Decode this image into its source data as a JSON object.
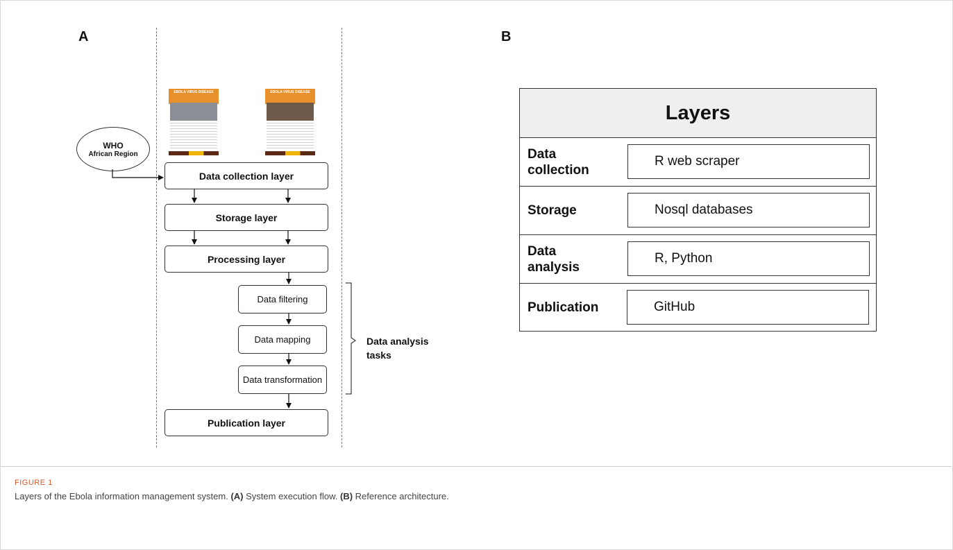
{
  "panels": {
    "a": "A",
    "b": "B"
  },
  "source_node": {
    "line1": "WHO",
    "line2": "African Region"
  },
  "report_thumbnails": [
    {
      "title": "EBOLA VIRUS DISEASE",
      "photo_color": "#8b8f95"
    },
    {
      "title": "EBOLA VIRUS DISEASE",
      "photo_color": "#6d5a4a"
    }
  ],
  "flow": {
    "layers": [
      "Data collection layer",
      "Storage layer",
      "Processing layer",
      "Publication layer"
    ],
    "tasks": [
      "Data filtering",
      "Data mapping",
      "Data transformation"
    ],
    "tasks_label": {
      "line1": "Data analysis",
      "line2": "tasks"
    }
  },
  "table": {
    "title": "Layers",
    "rows": [
      {
        "layer": "Data collection",
        "tool": "R web scraper"
      },
      {
        "layer": "Storage",
        "tool": "Nosql databases"
      },
      {
        "layer": "Data analysis",
        "tool": "R, Python"
      },
      {
        "layer": "Publication",
        "tool": "GitHub"
      }
    ]
  },
  "figure": {
    "label": "FIGURE 1",
    "caption_main": "Layers of the Ebola information management system.",
    "a_tag": "(A)",
    "a_text": "System execution flow.",
    "b_tag": "(B)",
    "b_text": "Reference architecture."
  },
  "colors": {
    "accent": "#d45a2a",
    "report_orange": "#e8912c",
    "table_header": "#efefef"
  }
}
